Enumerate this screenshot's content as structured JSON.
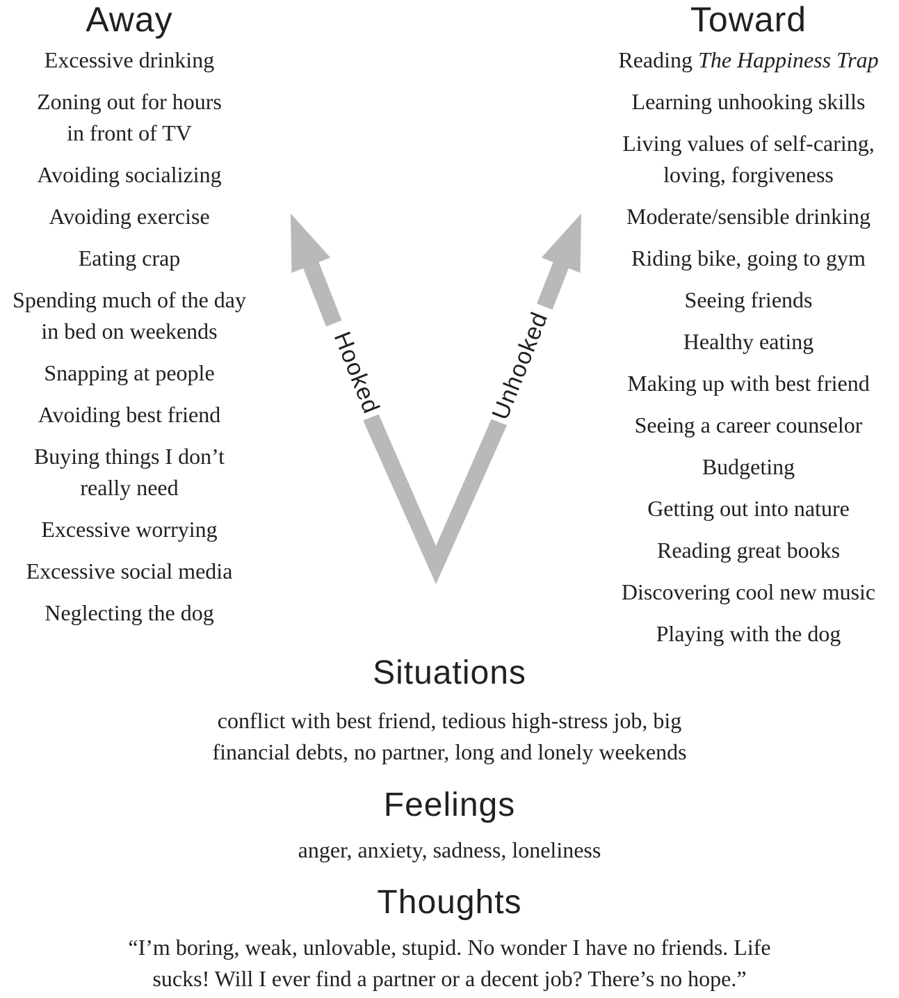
{
  "arrow": {
    "left_label": "Hooked",
    "right_label": "Unhooked",
    "color": "#b7b9bb"
  },
  "away": {
    "title": "Away",
    "items": [
      [
        "Excessive drinking"
      ],
      [
        "Zoning out for hours",
        "in front of TV"
      ],
      [
        "Avoiding socializing"
      ],
      [
        "Avoiding exercise"
      ],
      [
        "Eating crap"
      ],
      [
        "Spending much of the day",
        "in bed on weekends"
      ],
      [
        "Snapping at people"
      ],
      [
        "Avoiding best friend"
      ],
      [
        "Buying things I don’t",
        "really need"
      ],
      [
        "Excessive worrying"
      ],
      [
        "Excessive social media"
      ],
      [
        "Neglecting the dog"
      ]
    ]
  },
  "toward": {
    "title": "Toward",
    "first_item": {
      "prefix": "Reading ",
      "book_title": "The Happiness Trap"
    },
    "items": [
      [
        "Learning unhooking skills"
      ],
      [
        "Living values of self-caring,",
        "loving, forgiveness"
      ],
      [
        "Moderate/sensible drinking"
      ],
      [
        "Riding bike, going to gym"
      ],
      [
        "Seeing friends"
      ],
      [
        "Healthy eating"
      ],
      [
        "Making up with best friend"
      ],
      [
        "Seeing a career counselor"
      ],
      [
        "Budgeting"
      ],
      [
        "Getting out into nature"
      ],
      [
        "Reading great books"
      ],
      [
        "Discovering cool new music"
      ],
      [
        "Playing with the dog"
      ]
    ]
  },
  "situations": {
    "title": "Situations",
    "lines": [
      "conflict with best friend, tedious high-stress job, big",
      "financial debts, no partner, long and lonely weekends"
    ]
  },
  "feelings": {
    "title": "Feelings",
    "lines": [
      "anger, anxiety, sadness, loneliness"
    ]
  },
  "thoughts": {
    "title": "Thoughts",
    "lines": [
      "“I’m boring, weak, unlovable, stupid. No wonder I have no friends. Life",
      "sucks! Will I ever find a partner or a decent job? There’s no hope.”"
    ]
  }
}
